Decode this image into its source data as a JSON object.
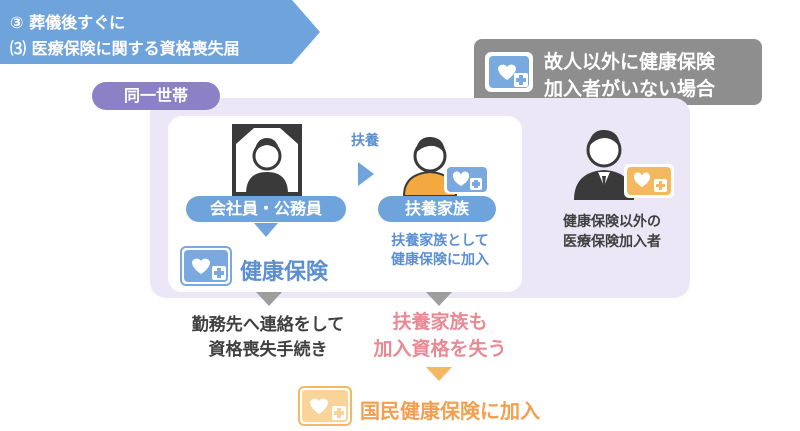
{
  "banner": {
    "line1": "③ 葬儀後すぐに",
    "line2": "⑶ 医療保険に関する資格喪失届"
  },
  "bubble": {
    "line1": "故人以外に健康保険",
    "line2": "加入者がいない場合"
  },
  "household_label": "同一世帯",
  "dependent_tag": "扶養",
  "employee_label": "会社員・公務員",
  "dependent_label": "扶養家族",
  "health_insurance_label": "健康保険",
  "dependent_note": {
    "line1": "扶養家族として",
    "line2": "健康保険に加入"
  },
  "other_insurance_note": {
    "line1": "健康保険以外の",
    "line2": "医療保険加入者"
  },
  "notify": {
    "line1": "勤務先へ連絡をして",
    "line2": "資格喪失手続き"
  },
  "lose_status": {
    "line1": "扶養家族も",
    "line2": "加入資格を失う"
  },
  "nhi_label": "国民健康保険に加入",
  "colors": {
    "banner": "#6ea3db",
    "bubble": "#8e8e8e",
    "household_bg": "#ebe7f7",
    "household_label": "#8c80c6",
    "insurance_card_blue": "#7aa9e0",
    "insurance_card_orange": "#f4b860",
    "pink": "#e88a93"
  },
  "icons": {
    "deceased": "memorial-portrait-icon",
    "dependent": "dependent-person-icon",
    "other_person": "suit-person-icon",
    "card": "health-insurance-card-icon"
  }
}
